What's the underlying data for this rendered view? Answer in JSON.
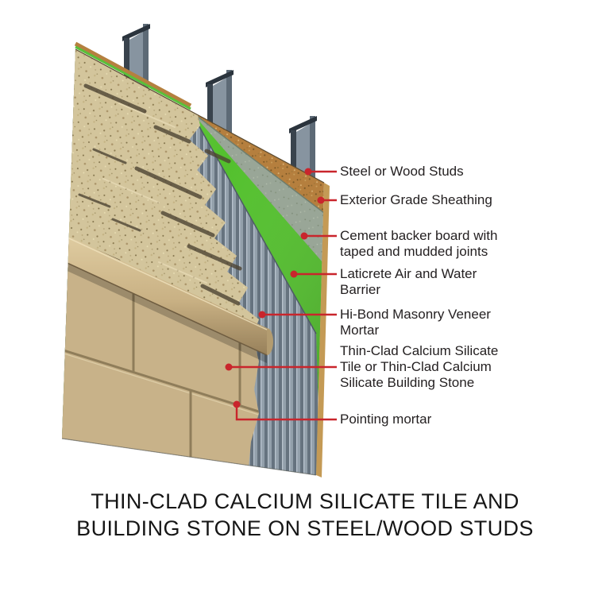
{
  "title": {
    "line1": "THIN-CLAD CALCIUM SILICATE TILE AND",
    "line2": "BUILDING STONE ON STEEL/WOOD STUDS"
  },
  "callouts": [
    {
      "name": "steel-or-wood-studs",
      "lines": [
        "Steel or Wood Studs"
      ]
    },
    {
      "name": "exterior-grade-sheathing",
      "lines": [
        "Exterior Grade Sheathing"
      ]
    },
    {
      "name": "cement-backer-board",
      "lines": [
        "Cement backer board with",
        "taped and mudded joints"
      ]
    },
    {
      "name": "laticrete-air-water-barrier",
      "lines": [
        "Laticrete Air and Water",
        "Barrier"
      ]
    },
    {
      "name": "hi-bond-veneer-mortar",
      "lines": [
        "Hi-Bond Masonry Veneer",
        "Mortar"
      ]
    },
    {
      "name": "thin-clad-tile-or-stone",
      "lines": [
        "Thin-Clad Calcium Silicate",
        "Tile or Thin-Clad Calcium",
        "Silicate Building Stone"
      ]
    },
    {
      "name": "pointing-mortar",
      "lines": [
        "Pointing mortar"
      ]
    }
  ],
  "colors": {
    "accent_red": "#c9252c",
    "barrier_green": "#53c02d",
    "sheathing_brown": "#b57f3e",
    "backer_gray": "#99a697",
    "mortar_gray": "#93a0ab",
    "stone_beige": "#d3c59c",
    "tile_tan": "#c8b289",
    "stud_steel": "#46525e",
    "title_color": "#161616",
    "label_color": "#231f20"
  }
}
